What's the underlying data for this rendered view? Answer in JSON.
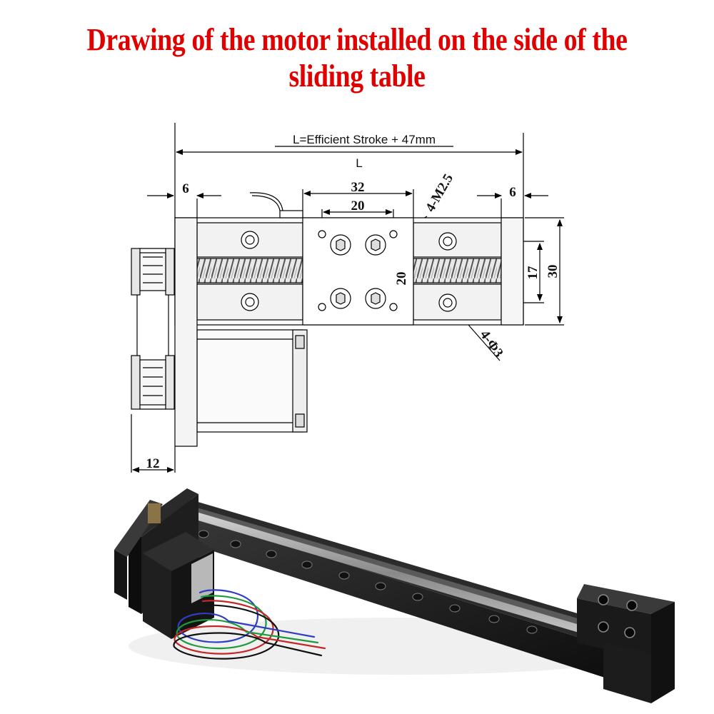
{
  "title": "Drawing of the motor installed on the side of the sliding table",
  "drawing": {
    "formula": "L=Efficient Stroke + 47mm",
    "length_label": "L",
    "left_margin": "6",
    "right_margin": "6",
    "outer_hole_spacing": "32",
    "inner_hole_spacing": "20",
    "thread_callout": "4-M2.5",
    "table_hole_spacing": "20",
    "rail_hole_spacing": "17",
    "width": "30",
    "hole_callout": "4-Φ3",
    "pulley_width": "12"
  }
}
